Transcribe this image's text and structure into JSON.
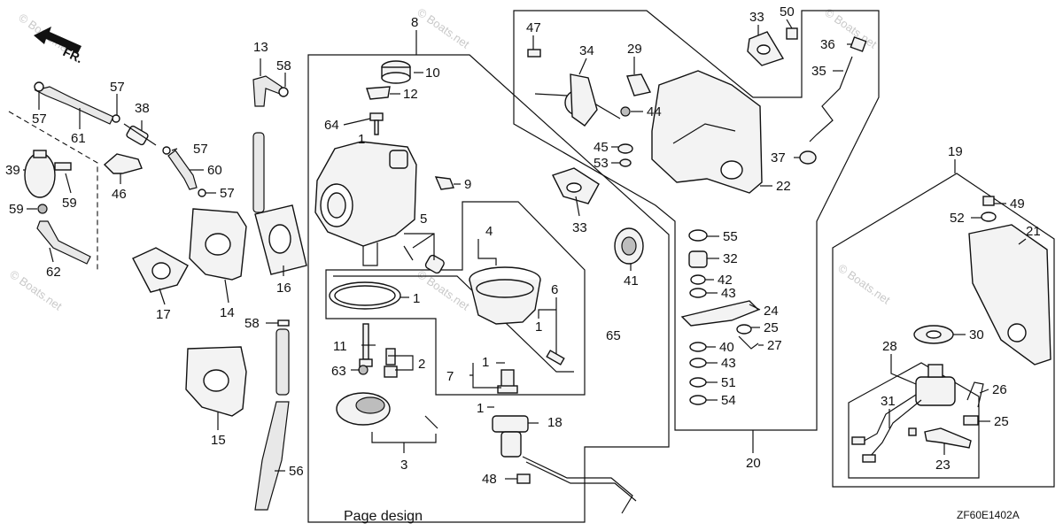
{
  "diagram": {
    "orientation_label": "FR.",
    "caption": "Page design",
    "code": "ZF60E1402A",
    "watermark": "© Boats.net",
    "callouts": [
      {
        "id": "c1",
        "label": "8"
      },
      {
        "id": "c2",
        "label": "10"
      },
      {
        "id": "c3",
        "label": "12"
      },
      {
        "id": "c4",
        "label": "64"
      },
      {
        "id": "c5",
        "label": "1"
      },
      {
        "id": "c6",
        "label": "9"
      },
      {
        "id": "c7",
        "label": "5"
      },
      {
        "id": "c8",
        "label": "4"
      },
      {
        "id": "c9",
        "label": "1"
      },
      {
        "id": "c10",
        "label": "6"
      },
      {
        "id": "c11",
        "label": "1"
      },
      {
        "id": "c12",
        "label": "65"
      },
      {
        "id": "c13",
        "label": "11"
      },
      {
        "id": "c14",
        "label": "2"
      },
      {
        "id": "c15",
        "label": "63"
      },
      {
        "id": "c16",
        "label": "1"
      },
      {
        "id": "c17",
        "label": "7"
      },
      {
        "id": "c18",
        "label": "1"
      },
      {
        "id": "c19",
        "label": "18"
      },
      {
        "id": "c20",
        "label": "3"
      },
      {
        "id": "c21",
        "label": "48"
      },
      {
        "id": "c22",
        "label": "13"
      },
      {
        "id": "c23",
        "label": "58"
      },
      {
        "id": "c24",
        "label": "16"
      },
      {
        "id": "c25",
        "label": "14"
      },
      {
        "id": "c26",
        "label": "17"
      },
      {
        "id": "c27",
        "label": "58"
      },
      {
        "id": "c28",
        "label": "15"
      },
      {
        "id": "c29",
        "label": "56"
      },
      {
        "id": "c30",
        "label": "57"
      },
      {
        "id": "c31",
        "label": "61"
      },
      {
        "id": "c32",
        "label": "57"
      },
      {
        "id": "c33",
        "label": "38"
      },
      {
        "id": "c34",
        "label": "57"
      },
      {
        "id": "c35",
        "label": "60"
      },
      {
        "id": "c36",
        "label": "57"
      },
      {
        "id": "c37",
        "label": "46"
      },
      {
        "id": "c38",
        "label": "39"
      },
      {
        "id": "c39",
        "label": "59"
      },
      {
        "id": "c40",
        "label": "59"
      },
      {
        "id": "c41",
        "label": "62"
      },
      {
        "id": "c42",
        "label": "47"
      },
      {
        "id": "c43",
        "label": "34"
      },
      {
        "id": "c44",
        "label": "29"
      },
      {
        "id": "c45",
        "label": "44"
      },
      {
        "id": "c46",
        "label": "45"
      },
      {
        "id": "c47",
        "label": "53"
      },
      {
        "id": "c48",
        "label": "33"
      },
      {
        "id": "c49",
        "label": "41"
      },
      {
        "id": "c50",
        "label": "33"
      },
      {
        "id": "c51",
        "label": "50"
      },
      {
        "id": "c52",
        "label": "36"
      },
      {
        "id": "c53",
        "label": "35"
      },
      {
        "id": "c54",
        "label": "37"
      },
      {
        "id": "c55",
        "label": "22"
      },
      {
        "id": "c56",
        "label": "55"
      },
      {
        "id": "c57",
        "label": "32"
      },
      {
        "id": "c58",
        "label": "42"
      },
      {
        "id": "c59",
        "label": "43"
      },
      {
        "id": "c60",
        "label": "24"
      },
      {
        "id": "c61",
        "label": "25"
      },
      {
        "id": "c62",
        "label": "40"
      },
      {
        "id": "c63",
        "label": "27"
      },
      {
        "id": "c64",
        "label": "43"
      },
      {
        "id": "c65",
        "label": "51"
      },
      {
        "id": "c66",
        "label": "54"
      },
      {
        "id": "c67",
        "label": "20"
      },
      {
        "id": "c68",
        "label": "19"
      },
      {
        "id": "c69",
        "label": "49"
      },
      {
        "id": "c70",
        "label": "52"
      },
      {
        "id": "c71",
        "label": "21"
      },
      {
        "id": "c72",
        "label": "30"
      },
      {
        "id": "c73",
        "label": "28"
      },
      {
        "id": "c74",
        "label": "26"
      },
      {
        "id": "c75",
        "label": "31"
      },
      {
        "id": "c76",
        "label": "25"
      },
      {
        "id": "c77",
        "label": "23"
      }
    ]
  }
}
